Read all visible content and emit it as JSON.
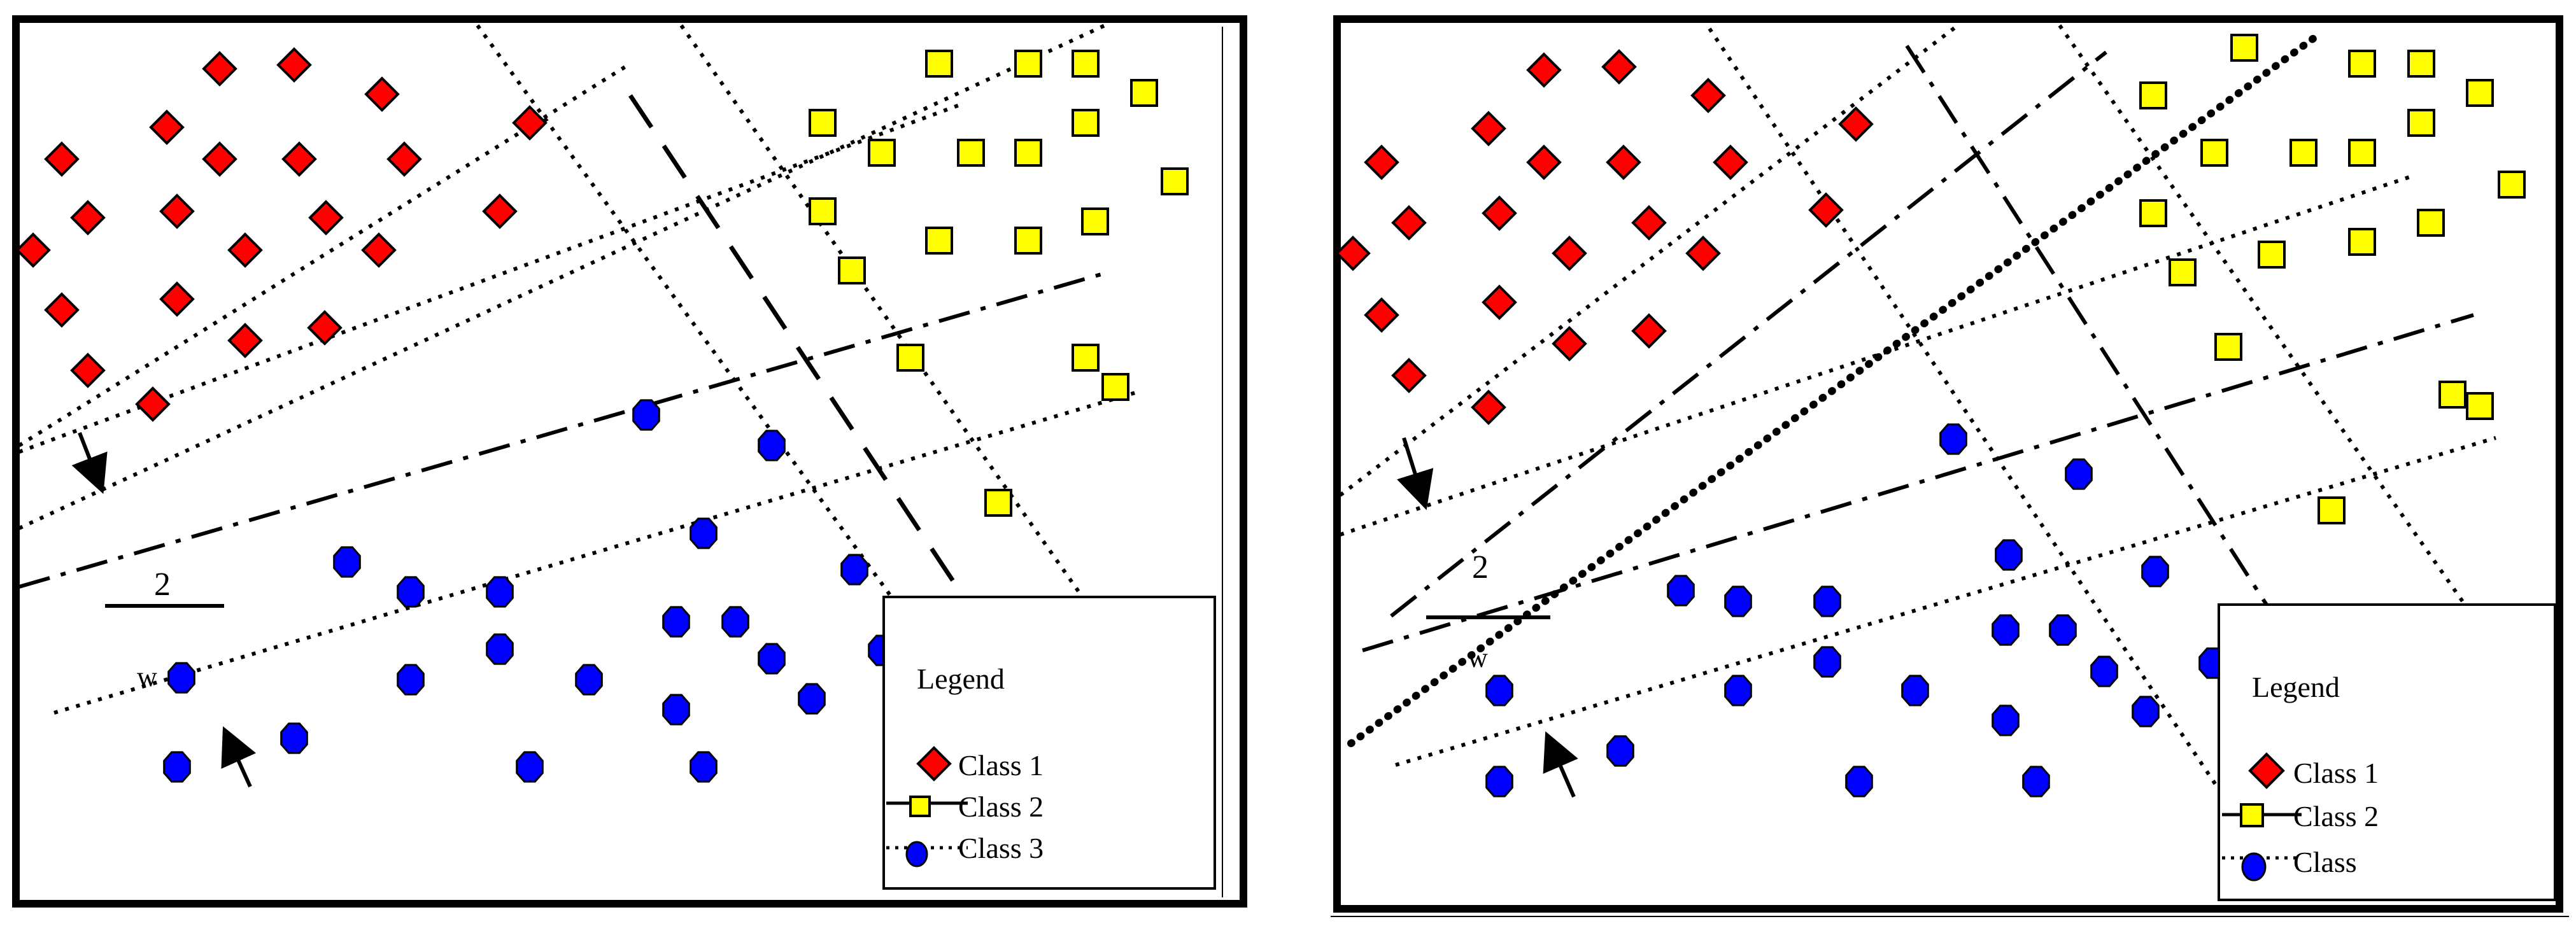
{
  "panels": [
    {
      "id": "left",
      "legend": {
        "title": "Legend",
        "entries": [
          {
            "label": "Class 1",
            "marker": "diamond-icon"
          },
          {
            "label": "Class 2",
            "marker": "square-icon"
          },
          {
            "label": "Class 3",
            "marker": "circle-icon"
          }
        ]
      },
      "margin_label": "2",
      "w_label": "w"
    },
    {
      "id": "right",
      "legend": {
        "title": "Legend",
        "entries": [
          {
            "label": "Class 1",
            "marker": "diamond-icon"
          },
          {
            "label": "Class 2",
            "marker": "square-icon"
          },
          {
            "label": "Class",
            "marker": "circle-icon"
          }
        ]
      },
      "margin_label": "2",
      "w_label": "w"
    }
  ],
  "colors": {
    "class1": "#ff0000",
    "class2": "#ffff00",
    "class3": "#0000ff",
    "stroke": "#000000",
    "background": "#ffffff"
  }
}
